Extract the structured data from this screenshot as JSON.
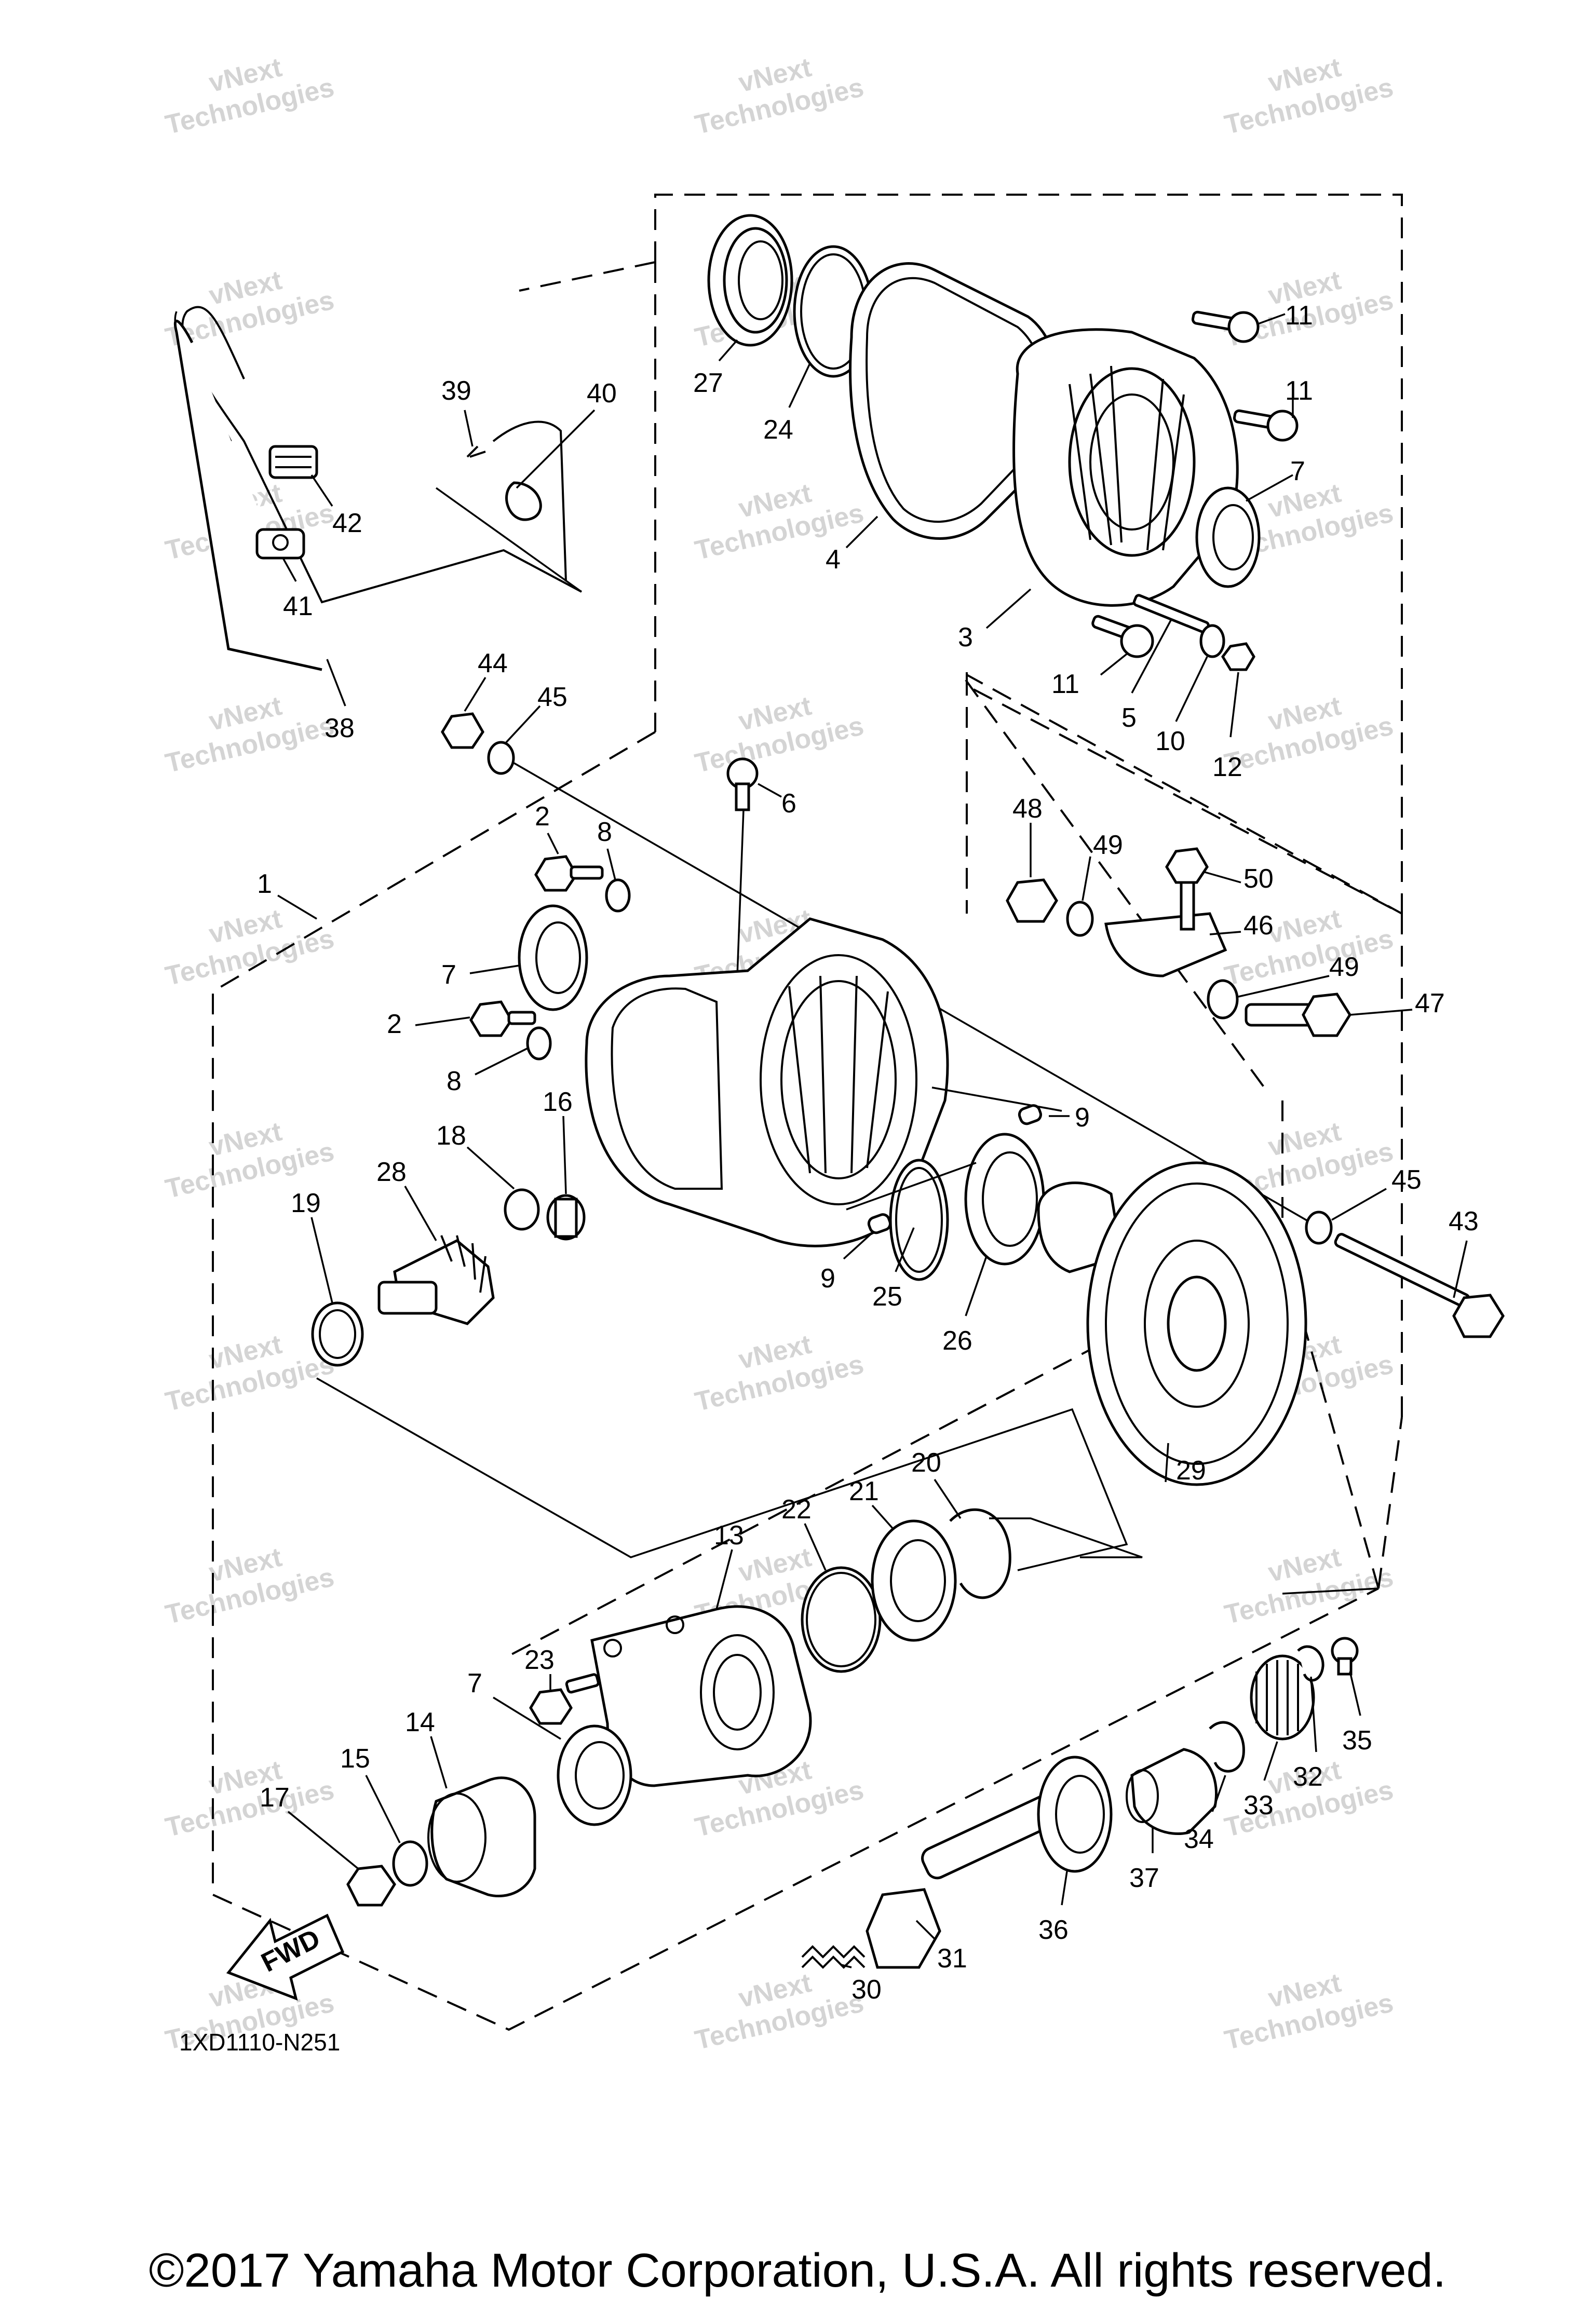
{
  "diagram_code": "1XD1110-N251",
  "copyright": "©2017 Yamaha Motor Corporation, U.S.A. All rights reserved.",
  "fwd_arrow_label": "FWD",
  "watermark": {
    "line1": "vNext",
    "line2": "Technologies"
  },
  "callouts": [
    {
      "id": "c1",
      "label": "1"
    },
    {
      "id": "c2a",
      "label": "2"
    },
    {
      "id": "c2b",
      "label": "2"
    },
    {
      "id": "c3",
      "label": "3"
    },
    {
      "id": "c4",
      "label": "4"
    },
    {
      "id": "c5",
      "label": "5"
    },
    {
      "id": "c6",
      "label": "6"
    },
    {
      "id": "c7a",
      "label": "7"
    },
    {
      "id": "c7b",
      "label": "7"
    },
    {
      "id": "c7c",
      "label": "7"
    },
    {
      "id": "c8a",
      "label": "8"
    },
    {
      "id": "c8b",
      "label": "8"
    },
    {
      "id": "c9a",
      "label": "9"
    },
    {
      "id": "c9b",
      "label": "9"
    },
    {
      "id": "c10",
      "label": "10"
    },
    {
      "id": "c11a",
      "label": "11"
    },
    {
      "id": "c11b",
      "label": "11"
    },
    {
      "id": "c11c",
      "label": "11"
    },
    {
      "id": "c12",
      "label": "12"
    },
    {
      "id": "c13",
      "label": "13"
    },
    {
      "id": "c14",
      "label": "14"
    },
    {
      "id": "c15",
      "label": "15"
    },
    {
      "id": "c16",
      "label": "16"
    },
    {
      "id": "c17",
      "label": "17"
    },
    {
      "id": "c18",
      "label": "18"
    },
    {
      "id": "c19",
      "label": "19"
    },
    {
      "id": "c20",
      "label": "20"
    },
    {
      "id": "c21",
      "label": "21"
    },
    {
      "id": "c22",
      "label": "22"
    },
    {
      "id": "c23",
      "label": "23"
    },
    {
      "id": "c24",
      "label": "24"
    },
    {
      "id": "c25",
      "label": "25"
    },
    {
      "id": "c26",
      "label": "26"
    },
    {
      "id": "c27",
      "label": "27"
    },
    {
      "id": "c28",
      "label": "28"
    },
    {
      "id": "c29",
      "label": "29"
    },
    {
      "id": "c30",
      "label": "30"
    },
    {
      "id": "c31",
      "label": "31"
    },
    {
      "id": "c32",
      "label": "32"
    },
    {
      "id": "c33",
      "label": "33"
    },
    {
      "id": "c34",
      "label": "34"
    },
    {
      "id": "c35",
      "label": "35"
    },
    {
      "id": "c36",
      "label": "36"
    },
    {
      "id": "c37",
      "label": "37"
    },
    {
      "id": "c38",
      "label": "38"
    },
    {
      "id": "c39",
      "label": "39"
    },
    {
      "id": "c40",
      "label": "40"
    },
    {
      "id": "c41",
      "label": "41"
    },
    {
      "id": "c42",
      "label": "42"
    },
    {
      "id": "c43",
      "label": "43"
    },
    {
      "id": "c44",
      "label": "44"
    },
    {
      "id": "c45a",
      "label": "45"
    },
    {
      "id": "c45b",
      "label": "45"
    },
    {
      "id": "c46",
      "label": "46"
    },
    {
      "id": "c47",
      "label": "47"
    },
    {
      "id": "c48",
      "label": "48"
    },
    {
      "id": "c49a",
      "label": "49"
    },
    {
      "id": "c49b",
      "label": "49"
    },
    {
      "id": "c50",
      "label": "50"
    }
  ]
}
